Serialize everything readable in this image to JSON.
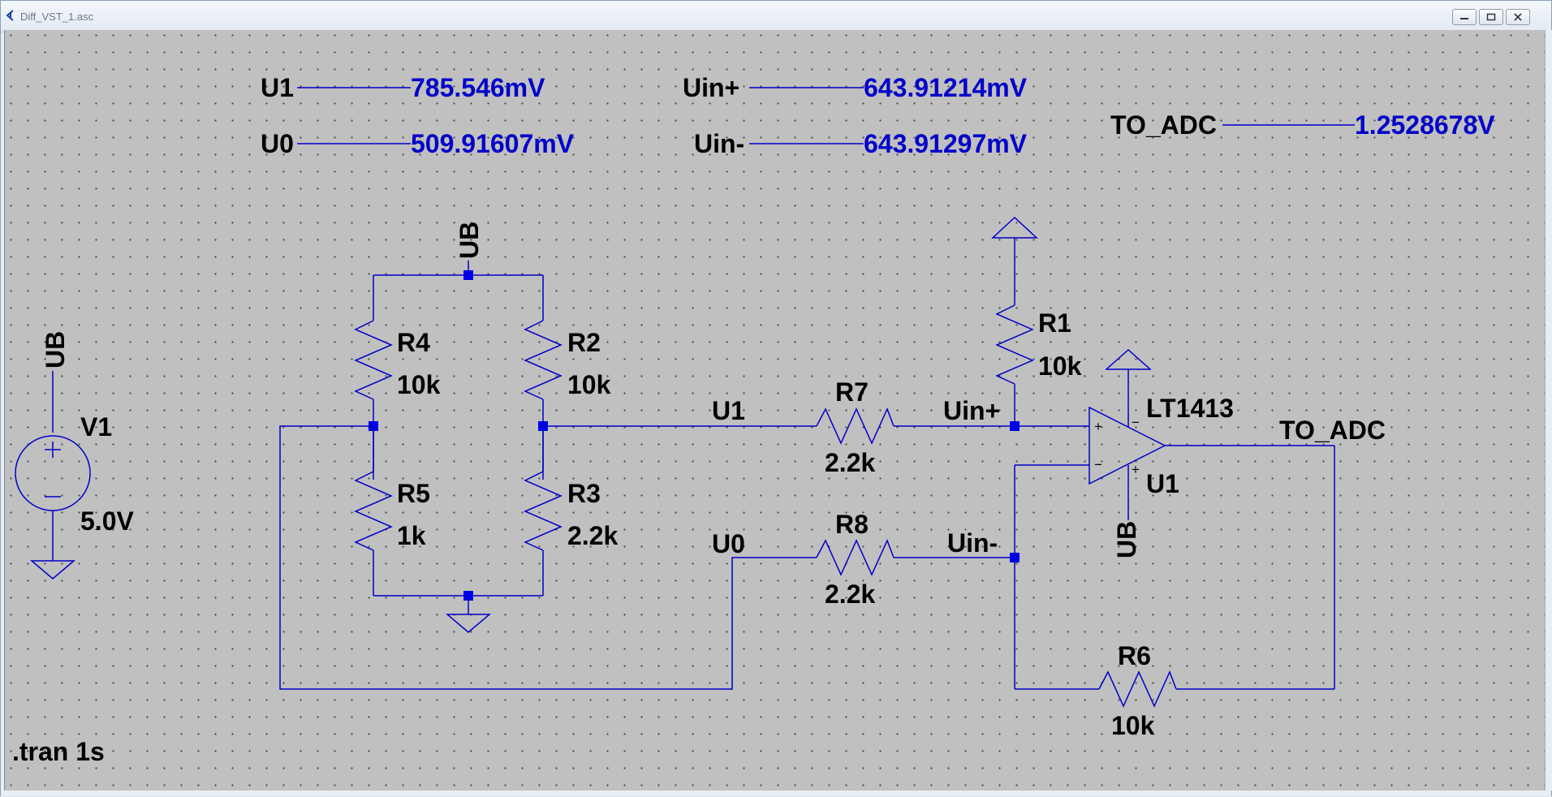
{
  "window": {
    "title": "Diff_VST_1.asc"
  },
  "colors": {
    "wire": "#0000c8",
    "value_text": "#0000c8",
    "junction": "#0000e6",
    "background": "#c0c0c0"
  },
  "icons": [
    "ltspice-app-icon",
    "minimize-icon",
    "restore-icon",
    "close-icon"
  ],
  "probes": [
    {
      "net": "U1",
      "value": "785.546mV"
    },
    {
      "net": "U0",
      "value": "509.91607mV"
    },
    {
      "net": "Uin+",
      "value": "643.91214mV"
    },
    {
      "net": "Uin-",
      "value": "643.91297mV"
    },
    {
      "net": "TO_ADC",
      "value": "1.2528678V"
    }
  ],
  "components": {
    "V1": {
      "name": "V1",
      "value": "5.0V"
    },
    "R4": {
      "name": "R4",
      "value": "10k"
    },
    "R2": {
      "name": "R2",
      "value": "10k"
    },
    "R5": {
      "name": "R5",
      "value": "1k"
    },
    "R3": {
      "name": "R3",
      "value": "2.2k"
    },
    "R7": {
      "name": "R7",
      "value": "2.2k"
    },
    "R8": {
      "name": "R8",
      "value": "2.2k"
    },
    "R1": {
      "name": "R1",
      "value": "10k"
    },
    "R6": {
      "name": "R6",
      "value": "10k"
    },
    "U1": {
      "name": "U1",
      "model": "LT1413"
    }
  },
  "net_labels": {
    "ub_v1": "UB",
    "ub_bridge": "UB",
    "ub_opamp": "UB",
    "u1": "U1",
    "u0": "U0",
    "uin_plus": "Uin+",
    "uin_minus": "Uin-",
    "to_adc": "TO_ADC"
  },
  "opamp_pins": {
    "plus_in": "+",
    "minus_in": "−",
    "plus_supply": "+",
    "minus_supply": "−"
  },
  "directive": ".tran 1s"
}
